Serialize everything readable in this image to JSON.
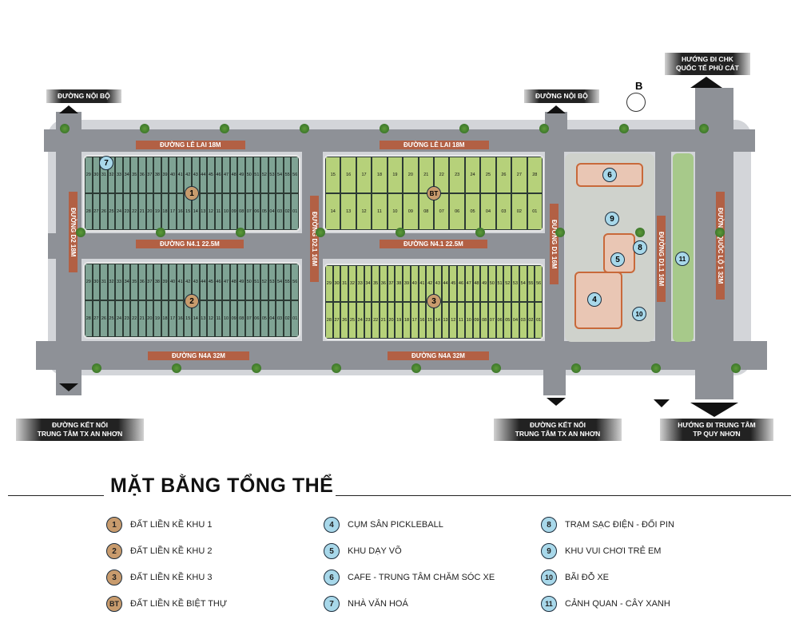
{
  "north_label": "B",
  "signs": {
    "noi_bo_left": "ĐƯỜNG NỘI BỘ",
    "noi_bo_right": "ĐƯỜNG NỘI BỘ",
    "phu_cat": [
      "HƯỚNG ĐI CHK",
      "QUỐC TẾ PHÙ CÁT"
    ],
    "an_nhon_left": [
      "ĐƯỜNG KẾT NỐI",
      "TRUNG TÂM TX AN NHƠN"
    ],
    "an_nhon_right": [
      "ĐƯỜNG KẾT NỐI",
      "TRUNG TÂM TX AN NHƠN"
    ],
    "quy_nhon": [
      "HƯỚNG ĐI TRUNG TÂM",
      "TP QUY NHƠN"
    ]
  },
  "roads": {
    "le_lai_1": "ĐƯỜNG LÊ LAI  18M",
    "le_lai_2": "ĐƯỜNG LÊ LAI  18M",
    "n41_1": "ĐƯỜNG N4.1  22.5M",
    "n41_2": "ĐƯỜNG N4.1  22.5M",
    "n4a_1": "ĐƯỜNG N4A 32M",
    "n4a_2": "ĐƯỜNG N4A 32M",
    "d2": "ĐƯỜNG D2  18M",
    "d21": "ĐƯỜNG D2.1  16M",
    "d1": "ĐƯỜNG D1  16M",
    "d11": "ĐƯỜNG D1.1  16M",
    "ql1": "ĐƯỜNG QUỐC LỘ 1  32M"
  },
  "blocks": {
    "khu1": {
      "marker": "1",
      "top": [
        "29",
        "30",
        "31",
        "32",
        "33",
        "34",
        "35",
        "36",
        "37",
        "38",
        "39",
        "40",
        "41",
        "42",
        "43",
        "44",
        "45",
        "46",
        "47",
        "48",
        "49",
        "50",
        "51",
        "52",
        "53",
        "54",
        "55",
        "56"
      ],
      "bottom": [
        "28",
        "27",
        "26",
        "25",
        "24",
        "23",
        "22",
        "21",
        "20",
        "19",
        "18",
        "17",
        "16",
        "15",
        "14",
        "13",
        "12",
        "11",
        "10",
        "09",
        "08",
        "07",
        "06",
        "05",
        "04",
        "03",
        "02",
        "01"
      ]
    },
    "bt": {
      "marker": "BT",
      "top": [
        "15",
        "16",
        "17",
        "18",
        "19",
        "20",
        "21",
        "22",
        "23",
        "24",
        "25",
        "26",
        "27",
        "28"
      ],
      "bottom": [
        "14",
        "13",
        "12",
        "11",
        "10",
        "09",
        "08",
        "07",
        "06",
        "05",
        "04",
        "03",
        "02",
        "01"
      ]
    },
    "khu2": {
      "marker": "2",
      "top": [
        "29",
        "30",
        "31",
        "32",
        "33",
        "34",
        "35",
        "36",
        "37",
        "38",
        "39",
        "40",
        "41",
        "42",
        "43",
        "44",
        "45",
        "46",
        "47",
        "48",
        "49",
        "50",
        "51",
        "52",
        "53",
        "54",
        "55",
        "56"
      ],
      "bottom": [
        "28",
        "27",
        "26",
        "25",
        "24",
        "23",
        "22",
        "21",
        "20",
        "19",
        "18",
        "17",
        "16",
        "15",
        "14",
        "13",
        "12",
        "11",
        "10",
        "09",
        "08",
        "07",
        "06",
        "05",
        "04",
        "03",
        "02",
        "01"
      ]
    },
    "khu3": {
      "marker": "3",
      "top": [
        "29",
        "30",
        "31",
        "32",
        "33",
        "34",
        "35",
        "36",
        "37",
        "38",
        "39",
        "40",
        "41",
        "42",
        "43",
        "44",
        "45",
        "46",
        "47",
        "48",
        "49",
        "50",
        "51",
        "52",
        "53",
        "54",
        "55",
        "56"
      ],
      "bottom": [
        "28",
        "27",
        "26",
        "25",
        "24",
        "23",
        "22",
        "21",
        "20",
        "19",
        "18",
        "17",
        "16",
        "15",
        "14",
        "13",
        "12",
        "11",
        "10",
        "09",
        "08",
        "07",
        "06",
        "05",
        "04",
        "03",
        "02",
        "01"
      ]
    }
  },
  "map_markers": {
    "m4": "4",
    "m5": "5",
    "m6": "6",
    "m7": "7",
    "m8": "8",
    "m9": "9",
    "m10": "10",
    "m11": "11"
  },
  "title": "MẶT BẰNG TỔNG THỂ",
  "legend": [
    {
      "num": "1",
      "label": "ĐẤT LIỀN KỀ KHU 1",
      "color": "tan"
    },
    {
      "num": "2",
      "label": "ĐẤT LIỀN KỀ KHU 2",
      "color": "tan"
    },
    {
      "num": "3",
      "label": "ĐẤT LIỀN KỀ KHU 3",
      "color": "tan"
    },
    {
      "num": "BT",
      "label": "ĐẤT LIỀN KỀ BIỆT THỰ",
      "color": "tan"
    },
    {
      "num": "4",
      "label": "CỤM SÂN PICKLEBALL",
      "color": "blue"
    },
    {
      "num": "5",
      "label": "KHU DẠY VÕ",
      "color": "blue"
    },
    {
      "num": "6",
      "label": "CAFE - TRUNG TÂM CHĂM SÓC XE",
      "color": "blue"
    },
    {
      "num": "7",
      "label": "NHÀ VĂN HOÁ",
      "color": "blue"
    },
    {
      "num": "8",
      "label": "TRẠM SẠC ĐIỆN - ĐỔI PIN",
      "color": "blue"
    },
    {
      "num": "9",
      "label": "KHU VUI CHƠI TRẺ EM",
      "color": "blue"
    },
    {
      "num": "10",
      "label": "BÃI ĐỖ XE",
      "color": "blue"
    },
    {
      "num": "11",
      "label": "CẢNH QUAN - CÂY XANH",
      "color": "blue"
    }
  ],
  "colors": {
    "tan": "#c89b6d",
    "blue": "#a8d8ea",
    "road_label": "#be5028",
    "lot_green": "#7fa394",
    "lot_lime": "#b6d17a"
  }
}
